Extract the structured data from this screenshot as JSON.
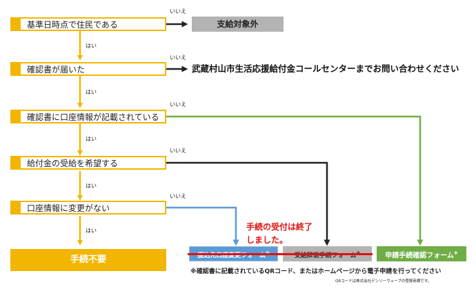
{
  "questions": [
    "基準日時点で住民である",
    "確認書が届いた",
    "確認書に口座情報が記載されている",
    "給付金の受給を希望する",
    "口座情報に変更がない"
  ],
  "labels": {
    "no": "いいえ",
    "yes": "はい"
  },
  "results": {
    "not_eligible": "支給対象外",
    "call_center": "武蔵村山市生活応援給付金コールセンターまでお問い合わせください",
    "no_procedure": "手続不要",
    "form_change": "振込先口座変更フォーム",
    "form_decline": "受給辞退手続フォーム",
    "form_confirm": "申請手続確認フォーム",
    "mark": "※"
  },
  "closed_notice": {
    "line1": "手続の受付は終了",
    "line2": "しました。"
  },
  "footnote": "※確認書に記載されているQRコード、またはホームページから電子申請を行ってください",
  "credit": "QRコードは株式会社デンソーウェーブの登録商標です。",
  "colors": {
    "yellow": "#f2b600",
    "gray": "#b3b3b3",
    "blue": "#5b9bd5",
    "green": "#70ad47",
    "red": "#e01010",
    "black": "#222222"
  }
}
